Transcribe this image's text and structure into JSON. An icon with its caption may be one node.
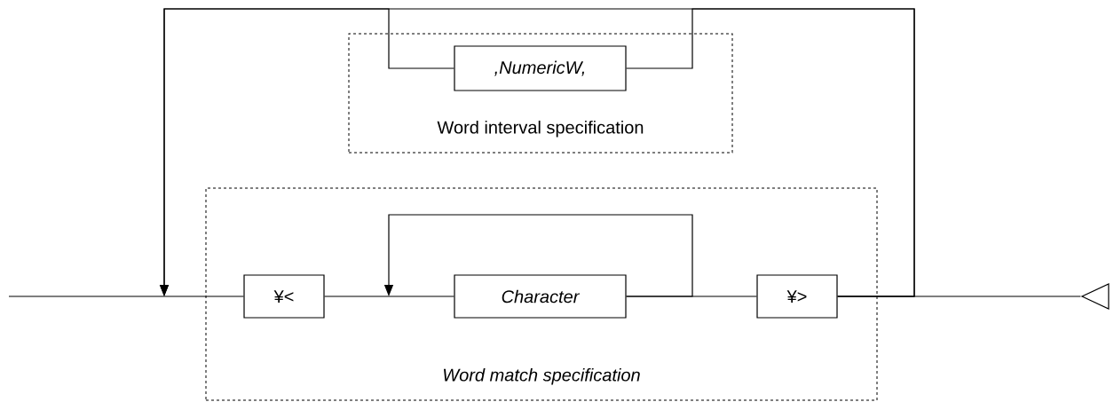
{
  "diagram": {
    "nodes": [
      {
        "text": [
          "Word interval specification"
        ]
      },
      {
        "text": [
          ",NumericW,"
        ],
        "in": 0
      },
      {
        "text": [
          "Word match specification"
        ]
      },
      {
        "text": [
          "¥<"
        ],
        "in": 2
      },
      {
        "text": [
          "Character"
        ],
        "in": 2
      },
      {
        "text": [
          "¥>"
        ],
        "in": 2
      },
      {
        "text": [],
        "shape": "triangle"
      }
    ],
    "edges": [
      {
        "from": null,
        "to": 3,
        "arrow": "none"
      },
      {
        "from": 3,
        "to": 4,
        "arrow": "none"
      },
      {
        "from": 4,
        "to": 5,
        "arrow": "none"
      },
      {
        "from": 5,
        "to": 6,
        "arrow": "none"
      },
      {
        "from": 5,
        "to": 3,
        "arrow": "to"
      },
      {
        "from": 5,
        "to": 1,
        "arrow": "none"
      },
      {
        "from": 1,
        "to": 3,
        "arrow": "to"
      },
      {
        "from": 4,
        "to": 4,
        "arrow": "to"
      }
    ]
  }
}
